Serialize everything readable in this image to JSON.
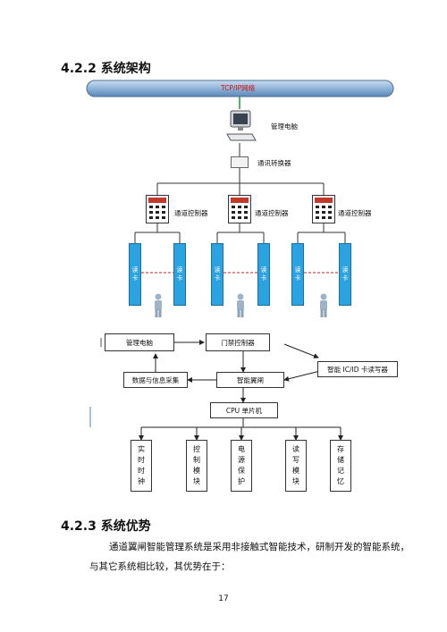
{
  "headings": {
    "section_422": "4.2.2 系统架构",
    "section_423": "4.2.3 系统优势"
  },
  "arch": {
    "network": "TCP/IP网络",
    "mgmt_pc": "管理电脑",
    "converter": "通讯转换器",
    "controller": "通道控制器",
    "reader_chars": [
      "读",
      "卡"
    ]
  },
  "block": {
    "mgmt_pc": "管理电脑",
    "access_ctrl": "门禁控制器",
    "ic_reader": "智能 IC/ID 卡读写器",
    "smart_gate": "智能翼闸",
    "data_collect": "数据与信息采集",
    "cpu": "CPU 单片机",
    "modules": [
      [
        "实",
        "时",
        "时",
        "钟"
      ],
      [
        "控",
        "制",
        "模",
        "块"
      ],
      [
        "电",
        "源",
        "保",
        "护"
      ],
      [
        "读",
        "写",
        "模",
        "块"
      ],
      [
        "存",
        "储",
        "记",
        "忆"
      ]
    ]
  },
  "paragraph": {
    "line1": "通道翼闸智能管理系统是采用非接触式智能技术，研制开发的智能系统，",
    "line2": "与其它系统相比较，其优势在于："
  },
  "page_number": "17"
}
